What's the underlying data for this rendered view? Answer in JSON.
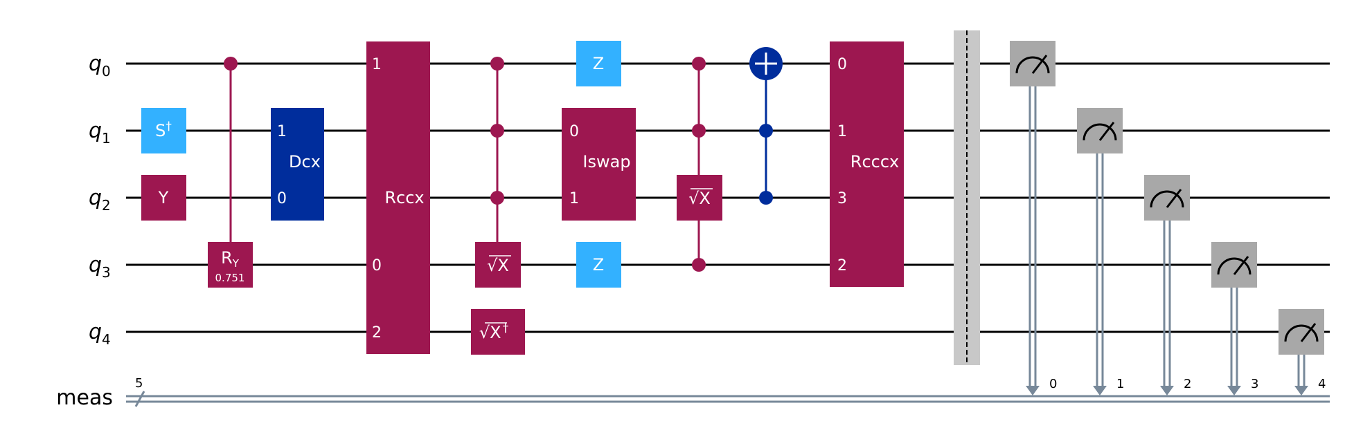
{
  "colors": {
    "magenta": "#9D1750",
    "light_blue": "#33B1FF",
    "dark_blue": "#002D9C",
    "measure_gray": "#A8A8A8",
    "barrier_gray": "#C8C8C8",
    "classical_wire": "#778899",
    "wire": "#000000"
  },
  "qubits": [
    {
      "label_base": "q",
      "label_sub": "0"
    },
    {
      "label_base": "q",
      "label_sub": "1"
    },
    {
      "label_base": "q",
      "label_sub": "2"
    },
    {
      "label_base": "q",
      "label_sub": "3"
    },
    {
      "label_base": "q",
      "label_sub": "4"
    }
  ],
  "classical_register": {
    "label": "meas",
    "size": "5",
    "bit_labels": [
      "0",
      "1",
      "2",
      "3",
      "4"
    ]
  },
  "gates": {
    "sdg": {
      "text": "S",
      "sup": "†"
    },
    "y": {
      "text": "Y"
    },
    "ry": {
      "text": "R",
      "sub": "Y",
      "param": "0.751"
    },
    "dcx": {
      "text": "Dcx",
      "pins": [
        "1",
        "0"
      ]
    },
    "rccx": {
      "text": "Rccx",
      "pins": [
        "1",
        "0",
        "2"
      ]
    },
    "sx_q3": {
      "text": "√X"
    },
    "sxdg_q4": {
      "text": "√X",
      "sup": "†"
    },
    "z_q0": {
      "text": "Z"
    },
    "z_q3": {
      "text": "Z"
    },
    "iswap": {
      "text": "Iswap",
      "pins": [
        "0",
        "1"
      ]
    },
    "csx": {
      "text": "√X"
    },
    "rcccx": {
      "text": "Rcccx",
      "pins": [
        "0",
        "1",
        "3",
        "2"
      ]
    }
  }
}
